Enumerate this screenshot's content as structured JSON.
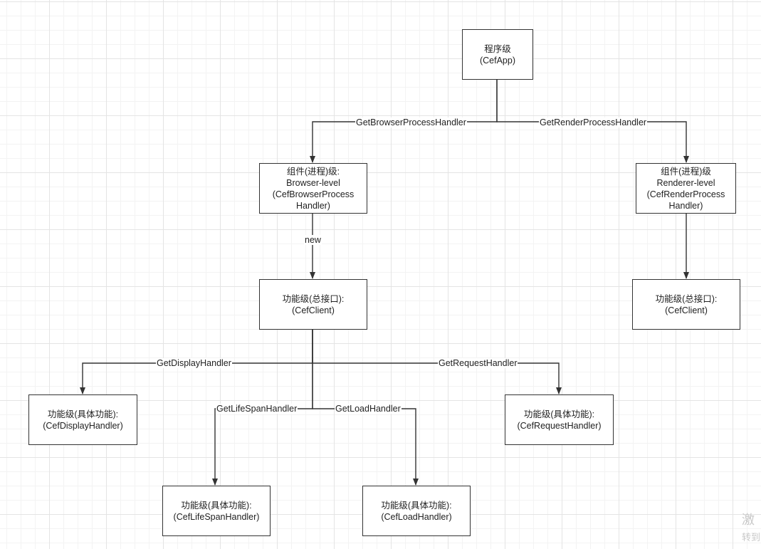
{
  "nodes": {
    "cef_app": "程序级\n(CefApp)",
    "browser_level": "组件(进程)级:\nBrowser-level\n(CefBrowserProcess\nHandler)",
    "renderer_level": "组件(进程)级\nRenderer-level\n(CefRenderProcess\nHandler)",
    "client_browser": "功能级(总接口):\n(CefClient)",
    "client_renderer": "功能级(总接口):\n(CefClient)",
    "display_handler": "功能级(具体功能):\n(CefDisplayHandler)",
    "request_handler": "功能级(具体功能):\n(CefRequestHandler)",
    "lifespan_handler": "功能级(具体功能):\n(CefLifeSpanHandler)",
    "load_handler": "功能级(具体功能):\n(CefLoadHandler)"
  },
  "edges": {
    "get_browser_process_handler": "GetBrowserProcessHandler",
    "get_render_process_handler": "GetRenderProcessHandler",
    "new": "new",
    "get_display_handler": "GetDisplayHandler",
    "get_request_handler": "GetRequestHandler",
    "get_lifespan_handler": "GetLifeSpanHandler",
    "get_load_handler": "GetLoadHandler"
  },
  "watermark": {
    "line1": "激",
    "line2": "转到"
  },
  "colors": {
    "line": "#333333",
    "grid": "#e4e4e4"
  }
}
